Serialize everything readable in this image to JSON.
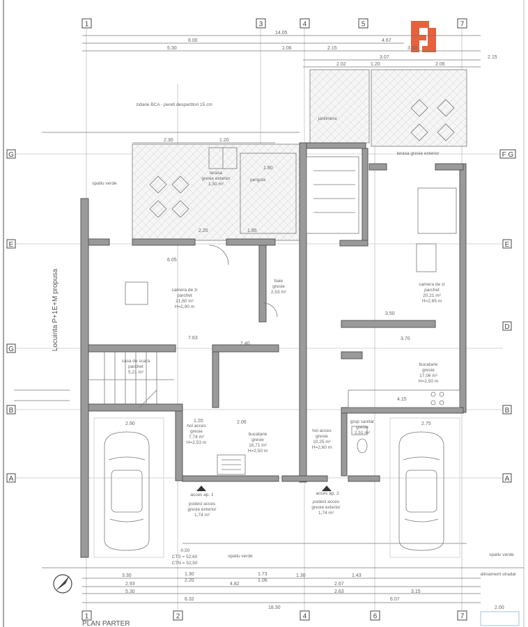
{
  "drawing": {
    "title": "PLAN PARTER",
    "logo_text": "FF",
    "logo_color": "#e8603c",
    "grid_top": [
      "1",
      "3",
      "4",
      "5",
      "7"
    ],
    "grid_bottom": [
      "1",
      "2",
      "4",
      "6",
      "7"
    ],
    "grid_left": [
      "G",
      "E",
      "G",
      "B",
      "A"
    ],
    "grid_right": [
      "F G",
      "E",
      "D",
      "B",
      "A"
    ],
    "side_label": "Locuinta P+1E+M propusa",
    "levels": [
      "-0,50",
      "CTS = 52,60",
      "CTN = 52,50"
    ],
    "street_label": "aliniament stradal",
    "green_labels": [
      "spatiu verde",
      "spatiu verde",
      "spatiu verde"
    ]
  },
  "dimensions": {
    "top": [
      "14.05",
      "8.00",
      "5.30",
      "4.67",
      "1.06",
      "2.15",
      "3.60",
      "3.07",
      "2.02",
      "1.20",
      "2.06",
      "2.15"
    ],
    "bottom": [
      "3.30",
      "1.30",
      "2.20",
      "1.73",
      "1.06",
      "1.30",
      "1.43",
      "2.93",
      "5.30",
      "4.82",
      "2.67",
      "2.63",
      "3.15",
      "6.32",
      "6.07",
      "18.30",
      "2.00"
    ],
    "inner": [
      "6.05",
      "7.63",
      "2.40",
      "3.50",
      "3.70",
      "2.75",
      "4.15",
      "2.90",
      "2.06",
      "1.20",
      "2.30",
      "1.20",
      "2.20",
      "1.80",
      "1.85"
    ]
  },
  "rooms": [
    {
      "lines": [
        "camera de zi",
        "parchet",
        "21,60 m²",
        "H=2,90 m"
      ]
    },
    {
      "lines": [
        "baie",
        "gresie",
        "2,53 m²"
      ]
    },
    {
      "lines": [
        "camera de zi",
        "parchet",
        "20,21 m²",
        "H=2,65 m"
      ]
    },
    {
      "lines": [
        "bucatarie",
        "gresie",
        "17,06 m²",
        "H=2,50 m"
      ]
    },
    {
      "lines": [
        "hol acces",
        "gresie",
        "7,74 m²",
        "H=2,53 m"
      ]
    },
    {
      "lines": [
        "bucatarie",
        "gresie",
        "16,71 m²",
        "H=2,50 m"
      ]
    },
    {
      "lines": [
        "hol acces",
        "gresie",
        "10,25 m²",
        "H=2,60 m"
      ]
    },
    {
      "lines": [
        "grup sanitar",
        "gresie",
        "2,51 m²"
      ]
    },
    {
      "lines": [
        "casa de scara",
        "parchet",
        "5,21 m²"
      ]
    },
    {
      "lines": [
        "terasa",
        "gresie exterior",
        "1,30 m²"
      ]
    },
    {
      "lines": [
        "podest acces",
        "gresie exterior",
        "1,74 m²"
      ]
    },
    {
      "lines": [
        "podest acces",
        "gresie exterior",
        "1,74 m²"
      ]
    }
  ],
  "notes": {
    "acces1": "acces ap. 1",
    "acces2": "acces ap. 2",
    "pergola": "pergola",
    "jardiniera": "jardiniera",
    "terasa_right": "terasa gresie exterior",
    "wall_note": "zidarie BCA - pereti despartitori 15 cm"
  }
}
